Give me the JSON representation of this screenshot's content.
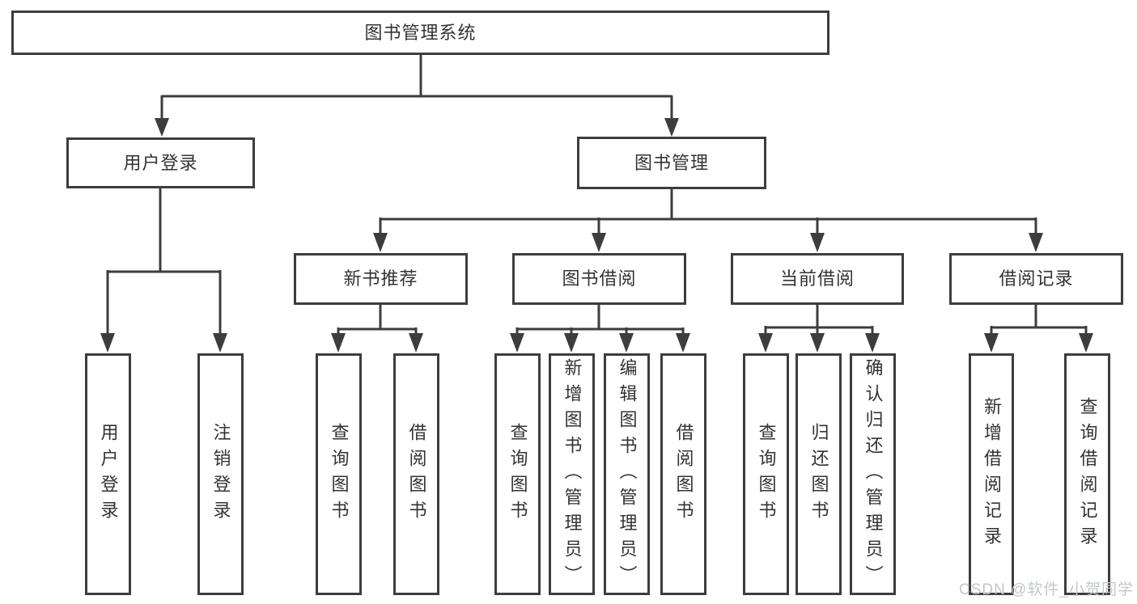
{
  "tree": {
    "label": "图书管理系统",
    "children": [
      {
        "label": "用户登录",
        "children": [
          {
            "label": "用户登录"
          },
          {
            "label": "注销登录"
          }
        ]
      },
      {
        "label": "图书管理",
        "children": [
          {
            "label": "新书推荐",
            "children": [
              {
                "label": "查询图书"
              },
              {
                "label": "借阅图书"
              }
            ]
          },
          {
            "label": "图书借阅",
            "children": [
              {
                "label": "查询图书"
              },
              {
                "label": "新增图书（管理员）"
              },
              {
                "label": "编辑图书（管理员）"
              },
              {
                "label": "借阅图书"
              }
            ]
          },
          {
            "label": "当前借阅",
            "children": [
              {
                "label": "查询图书"
              },
              {
                "label": "归还图书"
              },
              {
                "label": "确认归还（管理员）"
              }
            ]
          },
          {
            "label": "借阅记录",
            "children": [
              {
                "label": "新增借阅记录"
              },
              {
                "label": "查询借阅记录"
              }
            ]
          }
        ]
      }
    ]
  },
  "watermark": {
    "text": "CSDN @软件_小贺同学"
  },
  "colors": {
    "line": "#3d3d3d",
    "text": "#333333",
    "background": "#ffffff",
    "watermark": "#c3c7cb"
  }
}
